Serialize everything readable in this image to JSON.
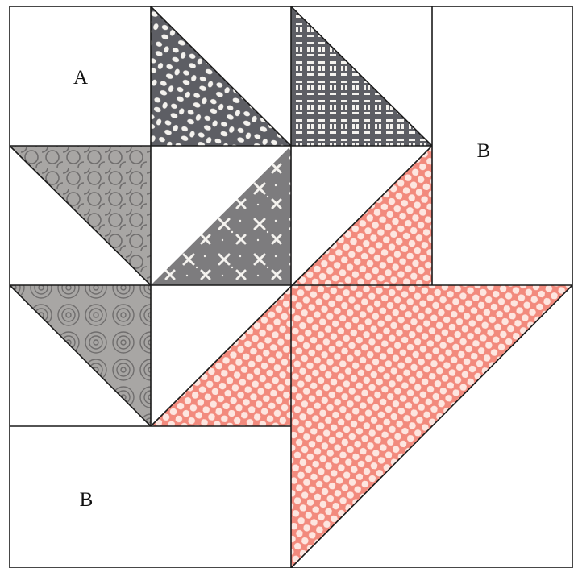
{
  "labels": {
    "a": "A",
    "b_right": "B",
    "b_bottom": "B"
  },
  "colors": {
    "background": "#ffffff",
    "outline": "#1a1a1a",
    "dark_gray": "#5d5e64",
    "medium_gray": "#7d7c7e",
    "light_gray": "#a8a6a4",
    "print_white": "#f4f2ee",
    "print_line": "#6f6d6d",
    "coral": "#f28a7d",
    "coral_dot": "#fde6e0"
  },
  "fabrics": {
    "dark_lace": "lace-print-dark-gray",
    "alphabet": "alphabet-print-dark-gray",
    "loops": "loop-print-light-gray",
    "cross": "cross-stitch-print-gray",
    "medallion": "medallion-print-light-gray",
    "coral_dots": "polka-dot-print-coral"
  }
}
